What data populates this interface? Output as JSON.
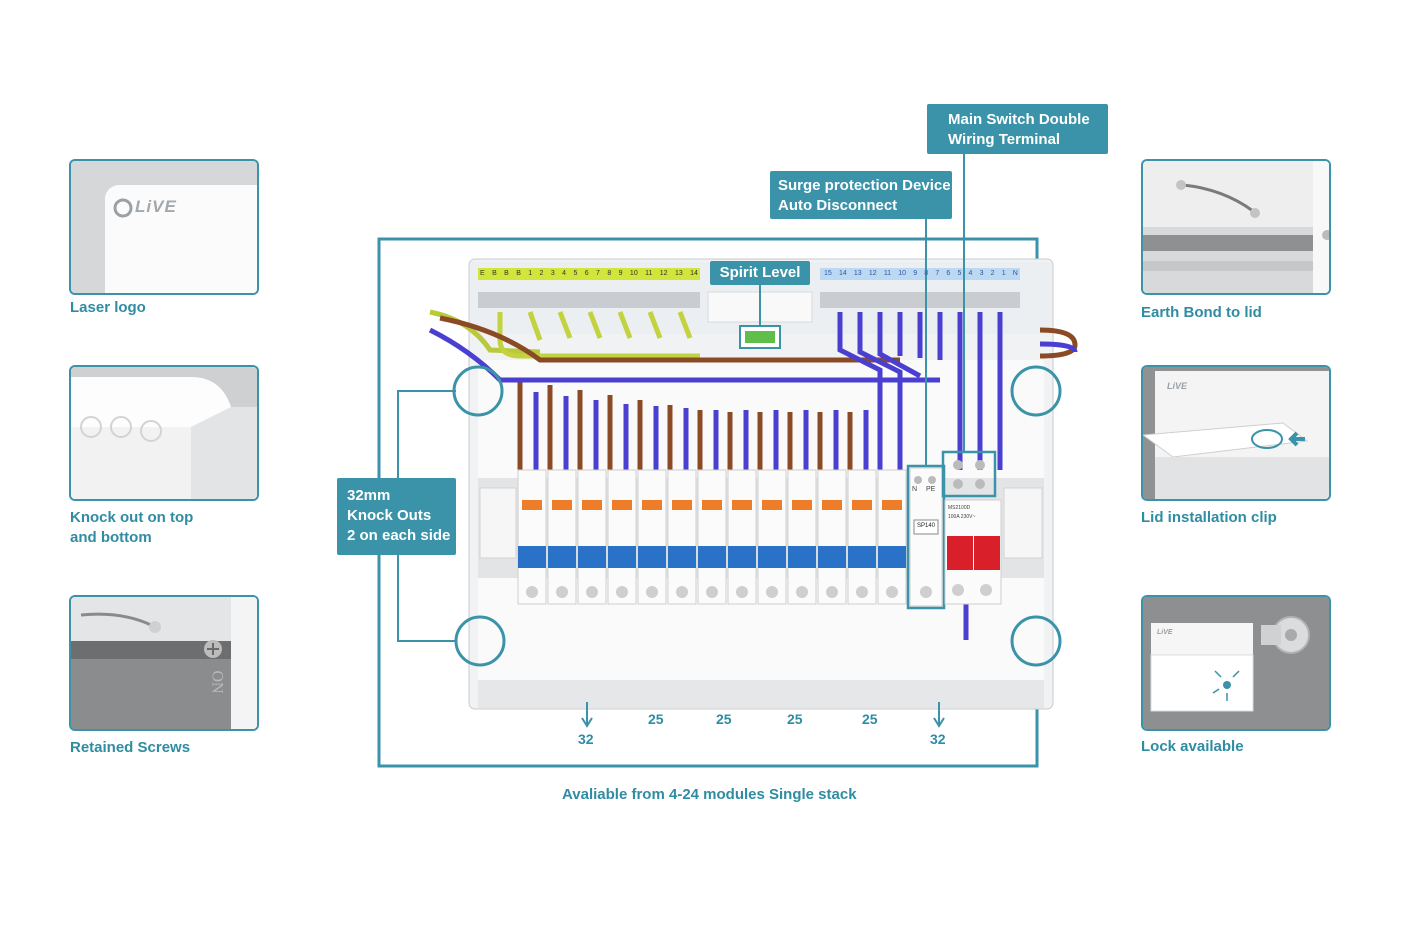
{
  "features_left": [
    {
      "caption": "Laser logo",
      "logo_text": "LiVE"
    },
    {
      "caption_line1": "Knock out on top",
      "caption_line2": "and bottom"
    },
    {
      "caption": "Retained Screws",
      "on_text": "ON"
    }
  ],
  "features_right": [
    {
      "caption": "Earth Bond to lid"
    },
    {
      "caption": "Lid installation clip",
      "logo_text": "LiVE"
    },
    {
      "caption": "Lock available",
      "logo_text": "LiVE"
    }
  ],
  "callouts": {
    "main_switch": {
      "line1": "Main Switch Double",
      "line2": "Wiring Terminal"
    },
    "surge": {
      "line1": "Surge protection Device",
      "line2": "Auto Disconnect"
    },
    "spirit_level": {
      "text": "Spirit Level"
    },
    "knockouts": {
      "line1": "32mm",
      "line2": "Knock Outs",
      "line3": "2 on each side"
    }
  },
  "dimensions": {
    "left": "32",
    "middle": [
      "25",
      "25",
      "25",
      "25"
    ],
    "right": "32"
  },
  "footer": "Avaliable from 4-24 modules Single stack",
  "terminals": {
    "earth_labels": [
      "E",
      "B",
      "B",
      "B",
      "1",
      "2",
      "3",
      "4",
      "5",
      "6",
      "7",
      "8",
      "9",
      "10",
      "11",
      "12",
      "13",
      "14"
    ],
    "neutral_labels": [
      "15",
      "14",
      "13",
      "12",
      "11",
      "10",
      "9",
      "8",
      "7",
      "6",
      "5",
      "4",
      "3",
      "2",
      "1",
      "N"
    ]
  },
  "device_labels": {
    "spd_terminal_n": "N",
    "spd_terminal_pe": "PE",
    "spd_model": "SP140",
    "main_switch_model": "MS2100D",
    "main_switch_rating": "100A 230V~"
  },
  "colors": {
    "accent": "#3a93a8",
    "neutral_wire": "#4a3fd0",
    "live_wire": "#8b4a26",
    "earth_wire": "#b8c93a",
    "rcbo_blue": "#2a72c8",
    "rcbo_orange": "#ee7d2a",
    "main_switch_red": "#d9202a"
  }
}
